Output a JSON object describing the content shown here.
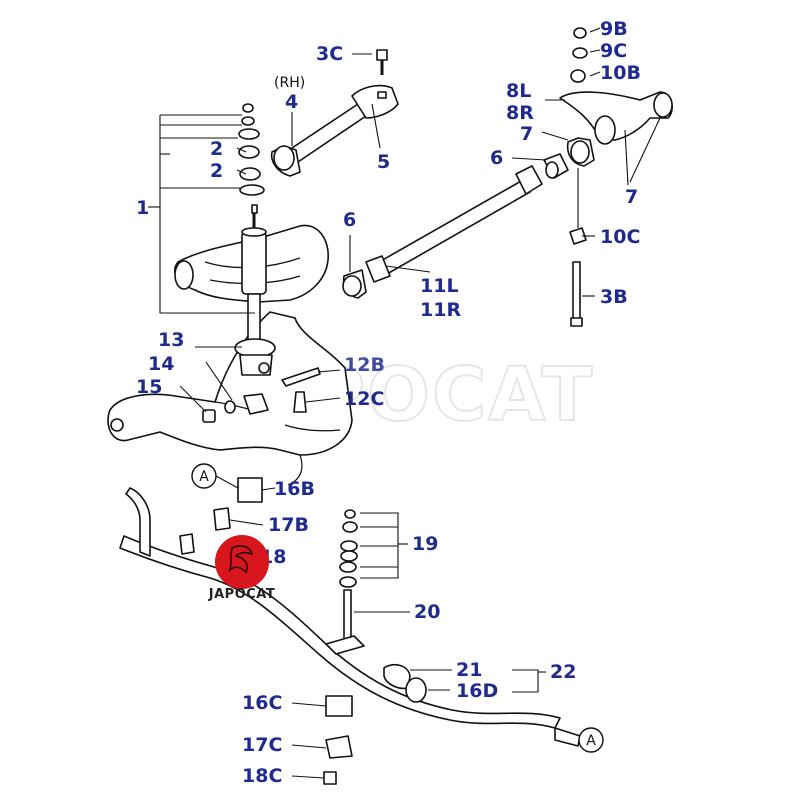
{
  "watermark": "JAPOCAT",
  "logo": {
    "text": "JAPOCAT",
    "color": "#d8161d"
  },
  "label_color": "#1f2a8f",
  "rh_note": "(RH)",
  "labels": {
    "p1": "1",
    "p2a": "2",
    "p2b": "2",
    "p3b": "3B",
    "p3c": "3C",
    "p4": "4",
    "p5": "5",
    "p6a": "6",
    "p6b": "6",
    "p7a": "7",
    "p7b": "7",
    "p8l": "8L",
    "p8r": "8R",
    "p9b": "9B",
    "p9c": "9C",
    "p10b": "10B",
    "p10c": "10C",
    "p11l": "11L",
    "p11r": "11R",
    "p12b": "12B",
    "p12c": "12C",
    "p13": "13",
    "p14": "14",
    "p15": "15",
    "p16b": "16B",
    "p16c": "16C",
    "p16d": "16D",
    "p17b": "17B",
    "p17c": "17C",
    "p18": "18",
    "p18c": "18C",
    "p19": "19",
    "p20": "20",
    "p21": "21",
    "p22": "22",
    "circA1": "A",
    "circA2": "A"
  }
}
